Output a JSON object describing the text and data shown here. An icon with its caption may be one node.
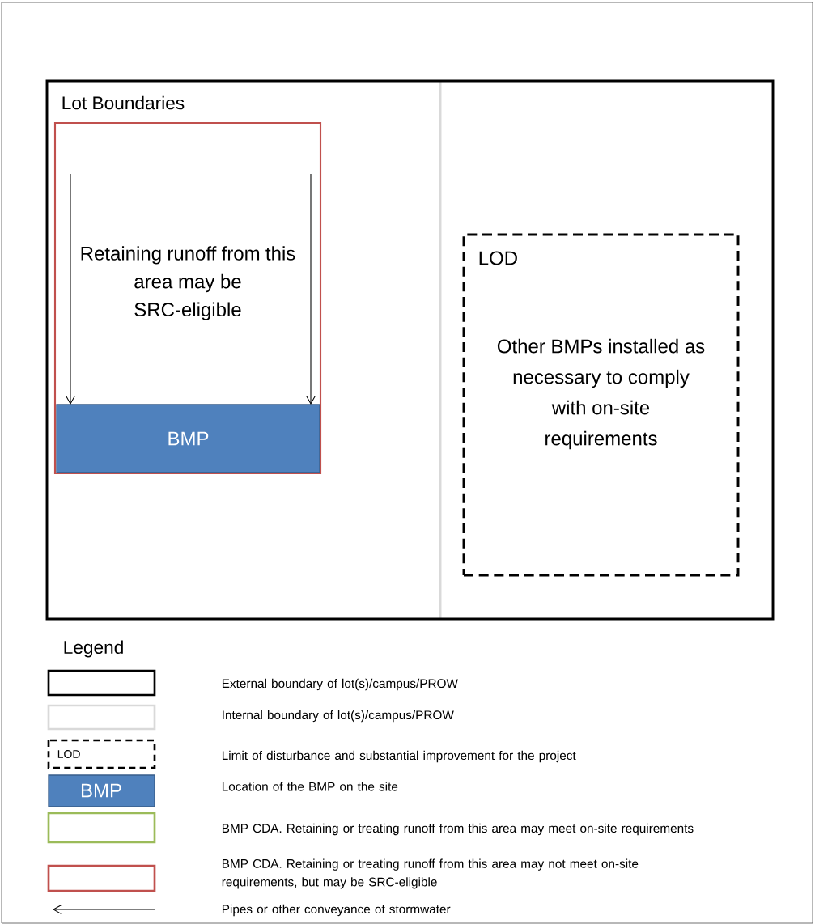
{
  "diagram": {
    "nodes": [
      {
        "text": [
          "Lot Boundaries"
        ]
      },
      {
        "text": [
          "Retaining runoff from this area may be SRC-eligible"
        ],
        "in": 0
      },
      {
        "text": [
          "BMP"
        ],
        "in": 1
      },
      {
        "text": [
          "LOD",
          "Other BMPs installed as necessary to comply with on-site requirements"
        ],
        "in": 0
      }
    ],
    "edges": [
      {
        "from": null,
        "to": 2,
        "arrow": "to"
      },
      {
        "from": null,
        "to": 2,
        "arrow": "to"
      }
    ],
    "labels": [
      "Legend",
      "LOD",
      "BMP"
    ],
    "legend": [
      {
        "text": "External boundary of lot(s)/campus/PROW"
      },
      {
        "text": "Internal boundary of lot(s)/campus/PROW"
      },
      {
        "text": "Limit of disturbance and substantial improvement for the project"
      },
      {
        "text": "Location of the BMP on the site",
        "color": "#4f81bd"
      },
      {
        "text": "BMP CDA. Retaining or treating runoff from this area may meet on-site requirements"
      },
      {
        "text": "BMP CDA. Retaining or treating runoff from this area may not meet on-site requirements, but may be SRC-eligible"
      },
      {
        "text": "Pipes or other conveyance of stormwater"
      }
    ]
  }
}
